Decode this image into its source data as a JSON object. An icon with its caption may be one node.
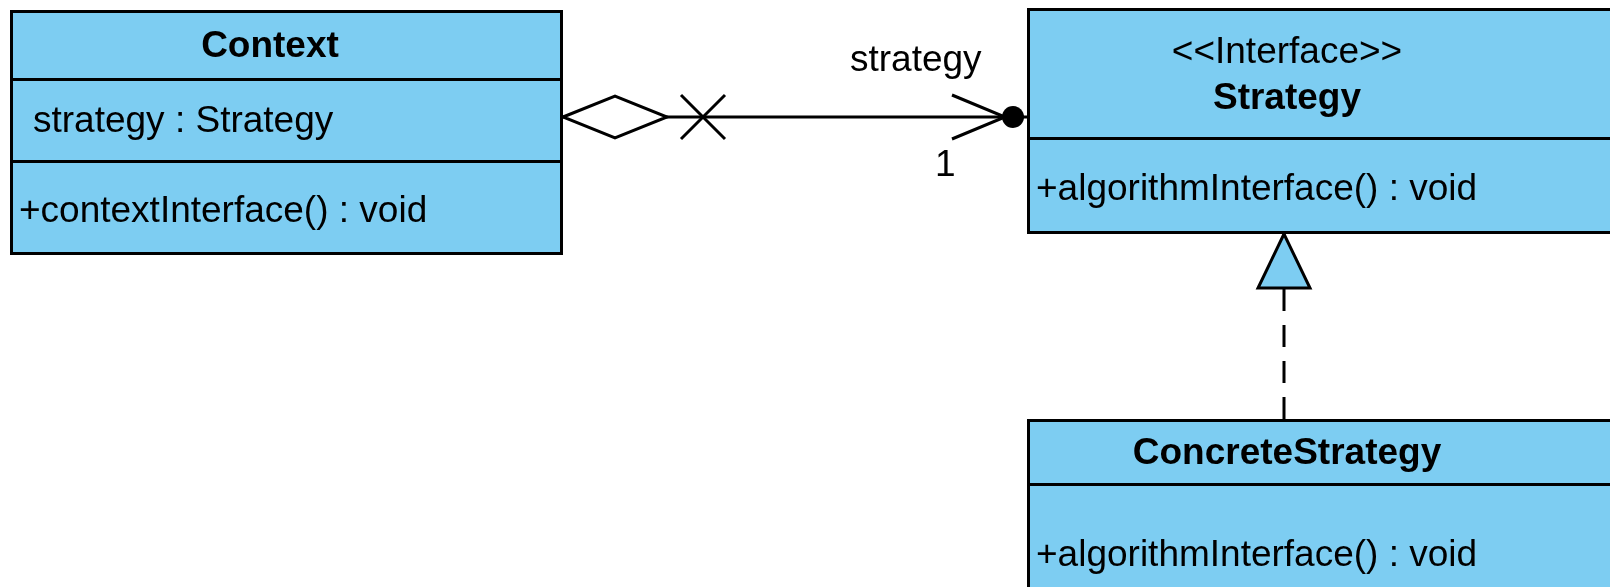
{
  "diagram": {
    "nodes": [
      {
        "text": [
          "Context",
          "strategy : Strategy",
          "+contextInterface() : void"
        ]
      },
      {
        "text": [
          "<<Interface>>",
          "Strategy",
          "+algorithmInterface() : void"
        ]
      },
      {
        "text": [
          "ConcreteStrategy",
          "+algorithmInterface() : void"
        ]
      }
    ],
    "edges": [
      {
        "from": 0,
        "to": 1,
        "arrow": "to"
      },
      {
        "from": 2,
        "to": 1,
        "arrow": "to",
        "style": "dashed"
      }
    ],
    "labels": [
      "strategy",
      "1"
    ]
  }
}
